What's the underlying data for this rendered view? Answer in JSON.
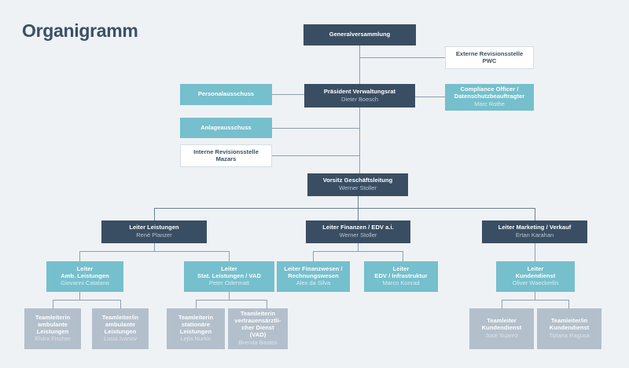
{
  "page": {
    "title": "Organigramm",
    "background": "#eef2f5"
  },
  "colors": {
    "navy": "#3a4e63",
    "teal": "#76bfcd",
    "gray": "#b3bfcb",
    "white": "#ffffff",
    "connector": "#8ea0b1",
    "title_text": "#3c5066"
  },
  "nodes": {
    "generalversammlung": {
      "title": "Generalversammlung",
      "subtitle": ""
    },
    "externe_revision": {
      "title": "Externe Revisionsstelle",
      "subtitle": "PWC"
    },
    "personalausschuss": {
      "title": "Personalausschuss",
      "subtitle": ""
    },
    "praesident": {
      "title": "Präsident Verwaltungsrat",
      "subtitle": "Dieter Boesch"
    },
    "compliance": {
      "title": "Compliance Officer /",
      "title2": "Datenschutzbeauftragter",
      "subtitle": "Marc Rothe"
    },
    "anlageausschuss": {
      "title": "Anlageausschuss",
      "subtitle": ""
    },
    "interne_revision": {
      "title": "Interne Revisionsstelle",
      "subtitle": "Mazars"
    },
    "vorsitz": {
      "title": "Vorsitz Geschäftsleitung",
      "subtitle": "Werner Stoller"
    },
    "leiter_leistungen": {
      "title": "Leiter Leistungen",
      "subtitle": "René Planzer"
    },
    "leiter_finanzen": {
      "title": "Leiter Finanzen / EDV a.i.",
      "subtitle": "Werner Stoller"
    },
    "leiter_marketing": {
      "title": "Leiter Marketing / Verkauf",
      "subtitle": "Ertan Karahan"
    },
    "leiter_amb": {
      "title": "Leiter",
      "title2": "Amb. Leistungen",
      "subtitle": "Giovanni Catalano"
    },
    "leiter_stat": {
      "title": "Leiter",
      "title2": "Stat. Leistungen / VAD",
      "subtitle": "Peter Odermatt"
    },
    "leiter_finanzwesen": {
      "title": "Leiter Finanzwesen /",
      "title2": "Rechnungswesen",
      "subtitle": "Alex da Silva"
    },
    "leiter_edv": {
      "title": "Leiter",
      "title2": "EDV / Infrastruktur",
      "subtitle": "Marco Konrad"
    },
    "leiter_kundendienst": {
      "title": "Leiter",
      "title2": "Kundendienst",
      "subtitle": "Oliver Waeckerlin"
    },
    "tl_amb_1": {
      "title": "Teamleiterin",
      "title2": "ambulante",
      "title3": "Leistungen",
      "subtitle": "Elvira Fischer"
    },
    "tl_amb_2": {
      "title": "Teamleiter/in",
      "title2": "ambulante",
      "title3": "Leistungen",
      "subtitle": "Lucia Ivanov"
    },
    "tl_stat_1": {
      "title": "Teamleiterin",
      "title2": "stationäre",
      "title3": "Leistungen",
      "subtitle": "Lejla Nurkic"
    },
    "tl_vad": {
      "title": "Teamleiterin",
      "title2": "vertrauensärztli-",
      "title3": "cher Dienst (VAD)",
      "subtitle": "Brenda Bastos"
    },
    "tl_kd_1": {
      "title": "Teamleiter",
      "title2": "Kundendienst",
      "subtitle": "José Suarez"
    },
    "tl_kd_2": {
      "title": "Teamleiter/in",
      "title2": "Kundendienst",
      "subtitle": "Tiziana Ragusa"
    }
  }
}
